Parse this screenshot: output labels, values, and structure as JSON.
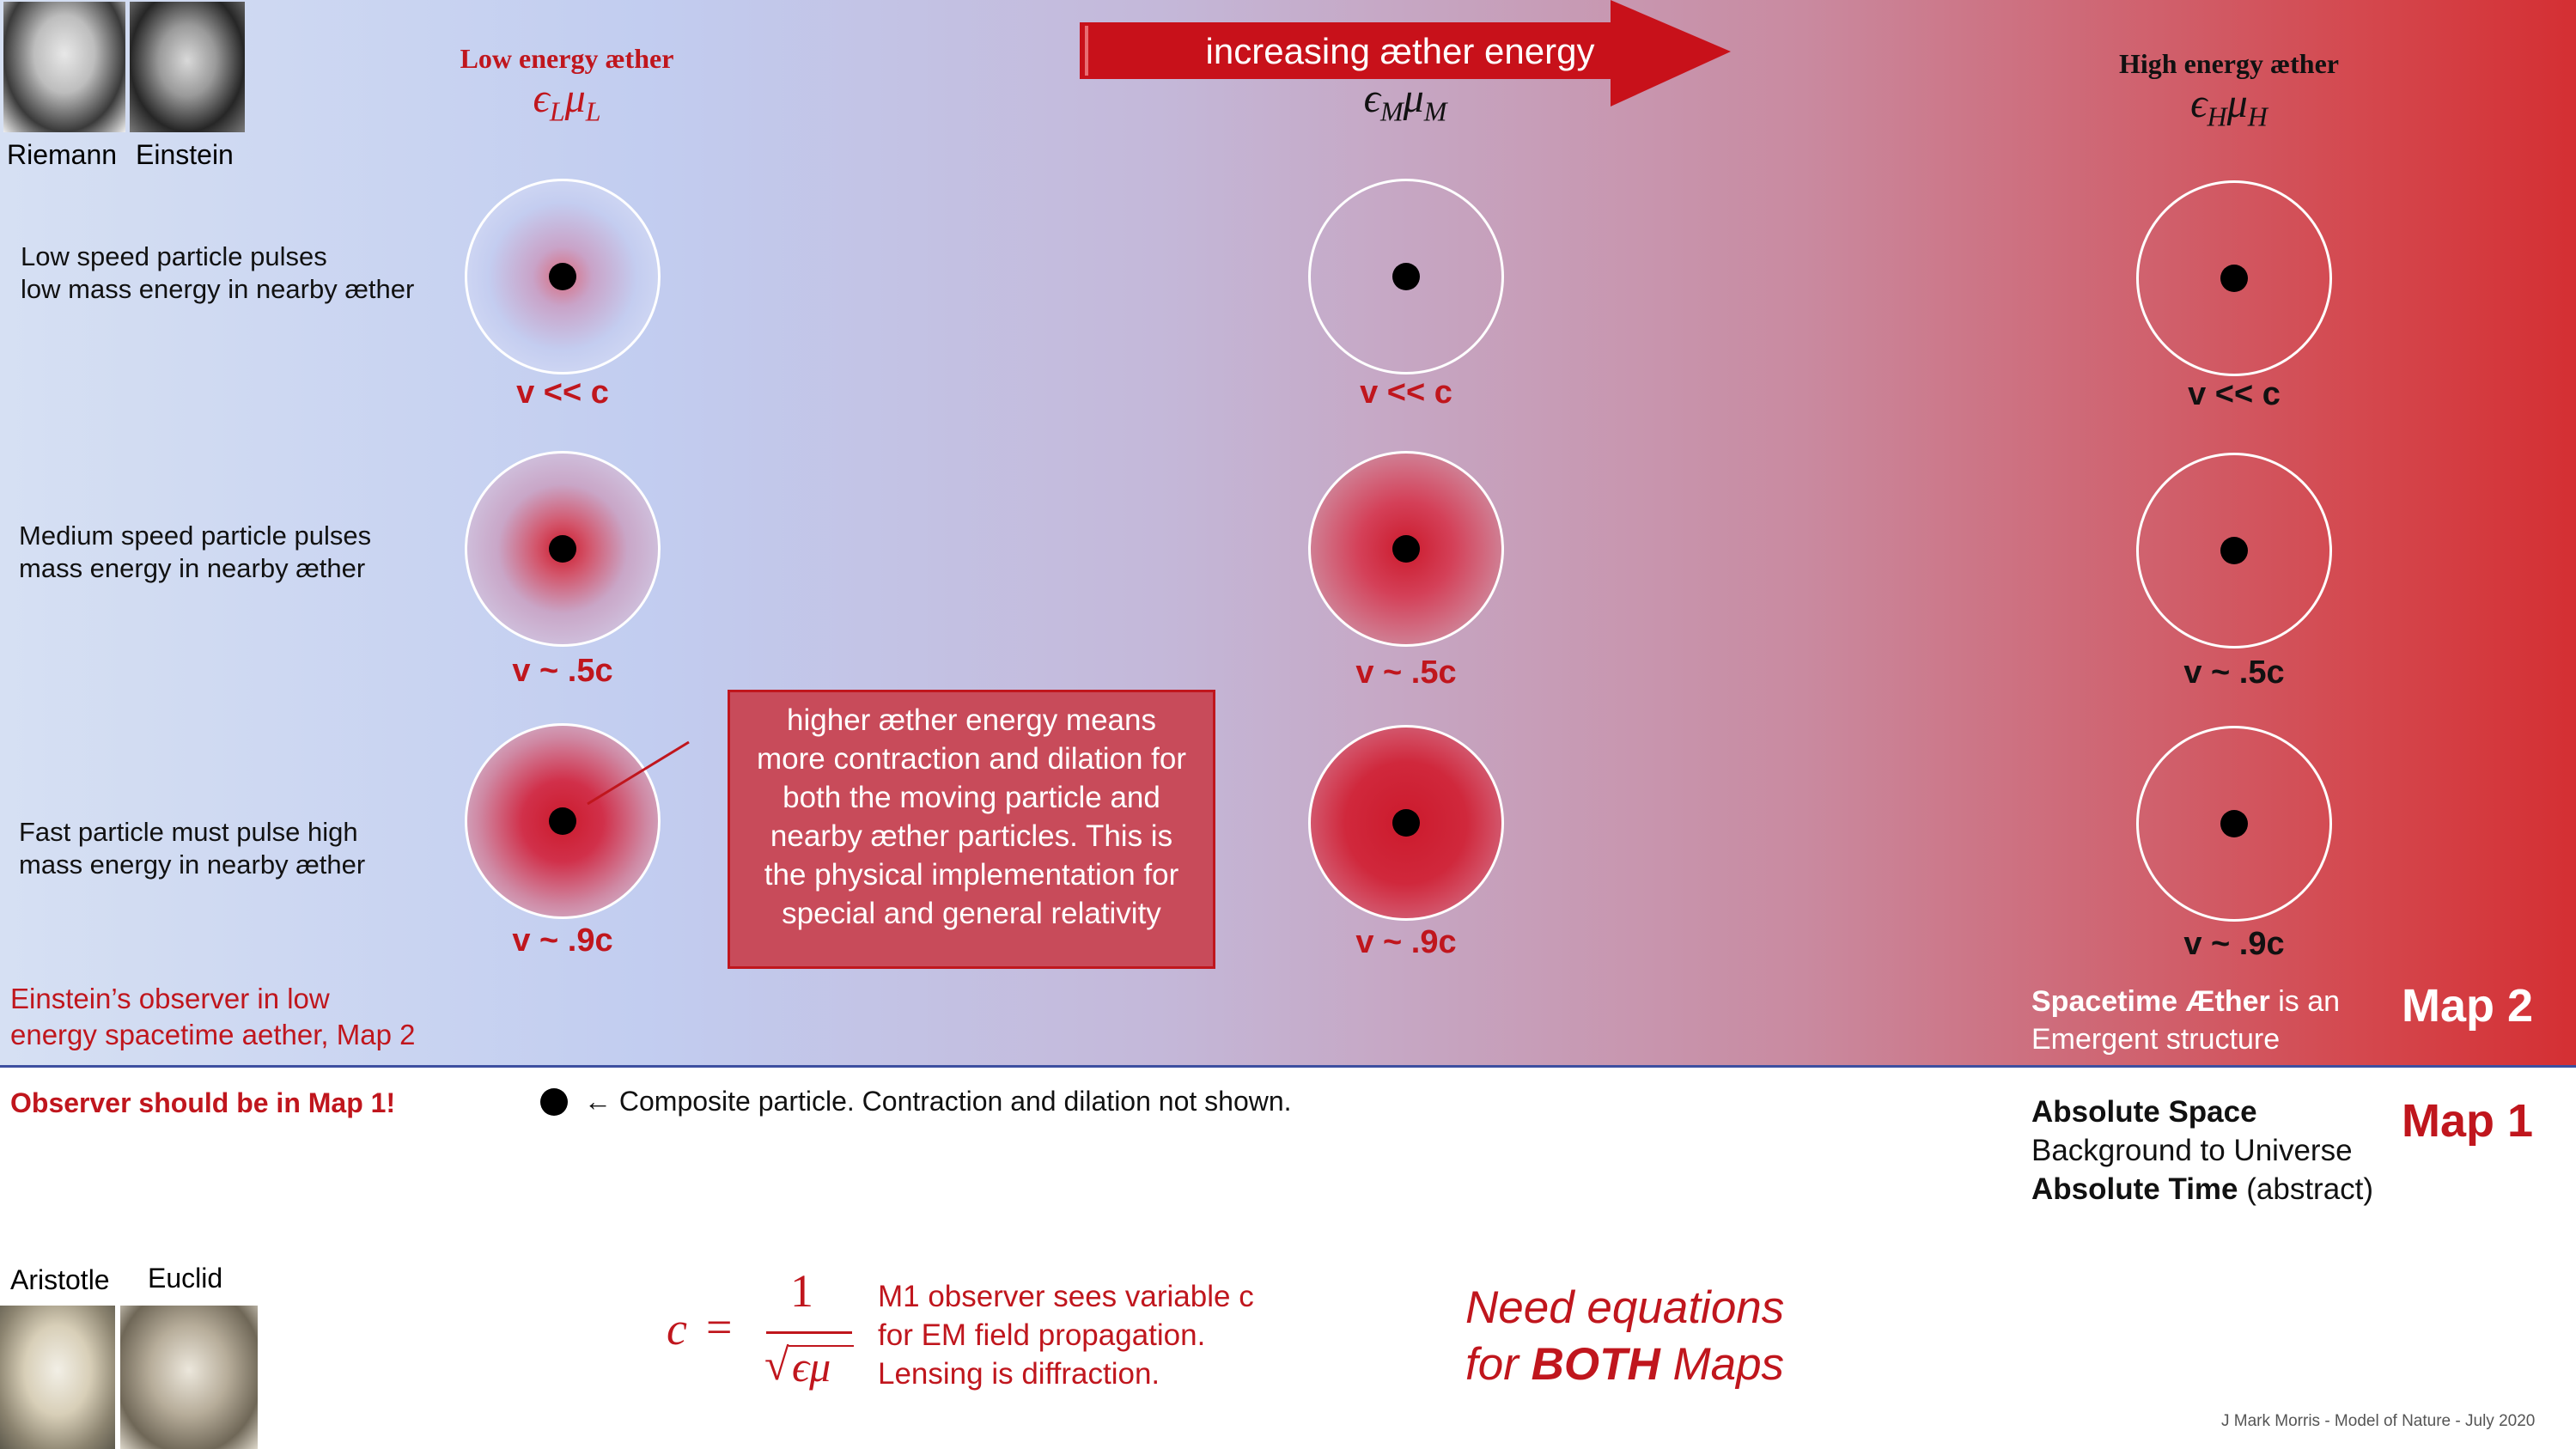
{
  "people_top": {
    "left_name": "Riemann",
    "right_name": "Einstein"
  },
  "people_bottom": {
    "left_name": "Aristotle",
    "right_name": "Euclid"
  },
  "arrow": {
    "label": "increasing æther energy",
    "color": "#c8111a"
  },
  "columns": {
    "low": {
      "title": "Low energy æther",
      "eq_eps": "ϵ",
      "eq_sub1": "L",
      "eq_mu": "μ",
      "eq_sub2": "L"
    },
    "mid": {
      "eq_eps": "ϵ",
      "eq_sub1": "M",
      "eq_mu": "μ",
      "eq_sub2": "M"
    },
    "high": {
      "title": "High energy æther",
      "eq_eps": "ϵ",
      "eq_sub1": "H",
      "eq_mu": "μ",
      "eq_sub2": "H"
    }
  },
  "rows": [
    {
      "line1": "Low speed particle pulses",
      "line2": "low mass energy in nearby æther",
      "speed": "v << c"
    },
    {
      "line1": "Medium speed particle pulses",
      "line2": "mass energy in nearby æther",
      "speed": "v ~ .5c"
    },
    {
      "line1": "Fast particle must pulse high",
      "line2": "mass energy in nearby æther",
      "speed": "v ~ .9c"
    }
  ],
  "callout": {
    "text": "higher æther energy means more contraction and dilation for both the moving particle and nearby æther particles. This is the physical implementation for special and general relativity"
  },
  "observer_note": {
    "line1": "Einstein’s observer in low",
    "line2": "energy spacetime aether, Map 2"
  },
  "observer_warning": "Observer should be in Map 1!",
  "map2": {
    "label": "Map 2",
    "desc_bold": "Spacetime Æther",
    "desc_rest": " is an",
    "desc_line2": "Emergent structure"
  },
  "legend": {
    "text": "← Composite particle. Contraction and dilation not shown."
  },
  "map1": {
    "label": "Map 1",
    "line1_bold": "Absolute Space",
    "line2": "Background to Universe",
    "line3_bold": "Absolute Time",
    "line3_rest": " (abstract)"
  },
  "equation": {
    "lhs": "c",
    "eq": "=",
    "num": "1",
    "den": "ϵμ"
  },
  "m1_note": {
    "line1": "M1 observer sees variable c",
    "line2": "for EM field propagation.",
    "line3": "Lensing is diffraction."
  },
  "need_eq": {
    "line1": "Need equations",
    "line2_pre": "for ",
    "line2_bold": "BOTH",
    "line2_post": " Maps"
  },
  "credit": "J Mark Morris - Model of Nature - July 2020",
  "colors": {
    "accent_red": "#c0161d",
    "white": "#ffffff",
    "border_blue": "#3d4fa0"
  }
}
